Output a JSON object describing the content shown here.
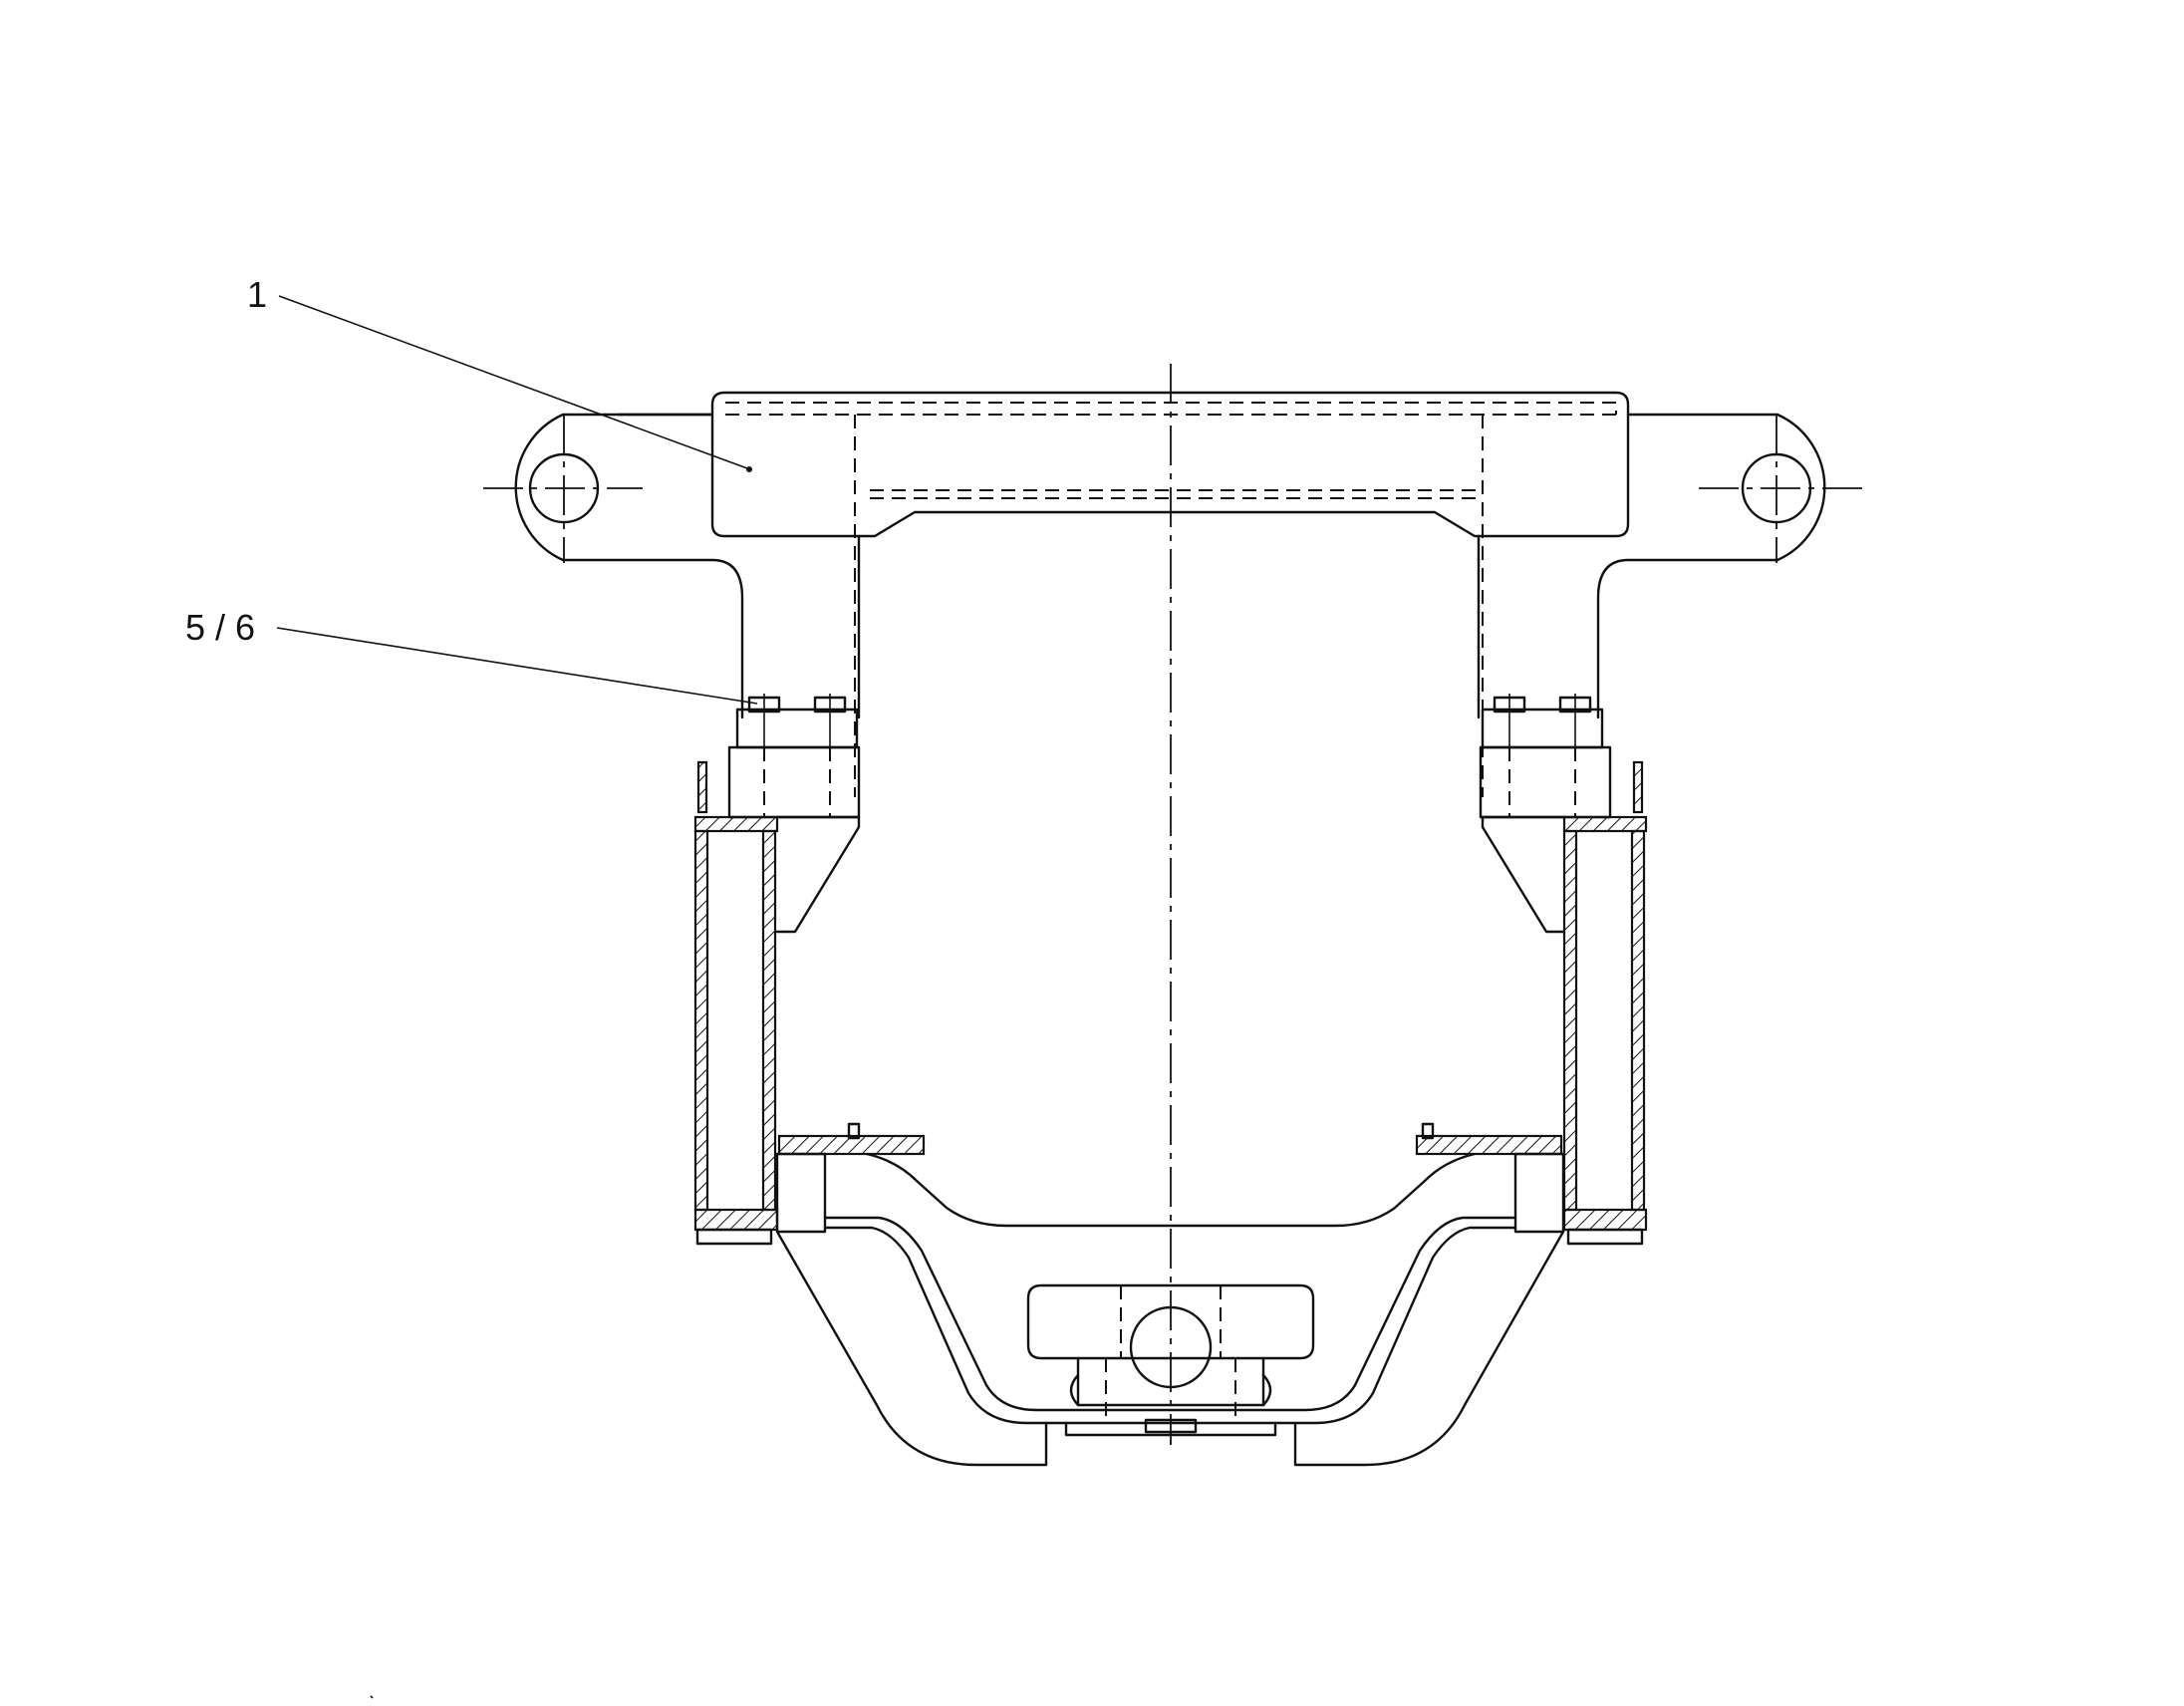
{
  "callouts": [
    {
      "id": "part-1",
      "text": "1"
    },
    {
      "id": "part-5-6",
      "text": "5 / 6"
    }
  ]
}
